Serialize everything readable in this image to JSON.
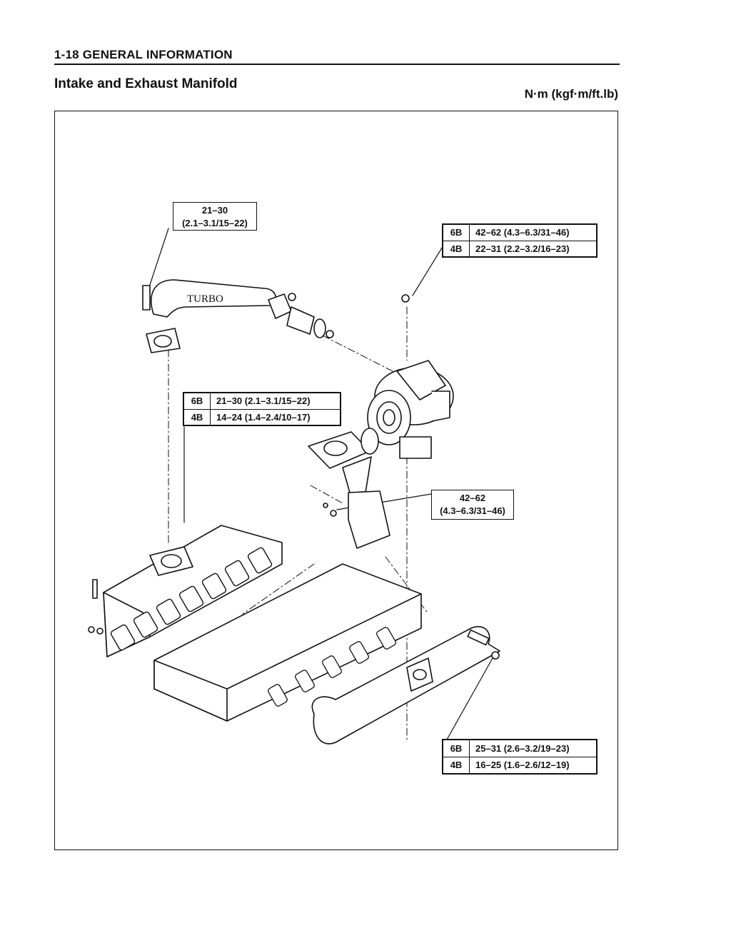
{
  "header": {
    "section": "1-18 GENERAL INFORMATION"
  },
  "page": {
    "title": "Intake and Exhaust Manifold",
    "units": "N·m (kgf·m/ft.lb)"
  },
  "diagram": {
    "pipe_label": "TURBO",
    "callouts": {
      "turbo_pipe_bolt": {
        "line1": "21–30",
        "line2": "(2.1–3.1/15–22)"
      },
      "turbo_nut": {
        "rows": [
          {
            "engine": "6B",
            "torque": "42–62 (4.3–6.3/31–46)"
          },
          {
            "engine": "4B",
            "torque": "22–31 (2.2–3.2/16–23)"
          }
        ]
      },
      "intake_bolt": {
        "rows": [
          {
            "engine": "6B",
            "torque": "21–30 (2.1–3.1/15–22)"
          },
          {
            "engine": "4B",
            "torque": "14–24 (1.4–2.4/10–17)"
          }
        ]
      },
      "elbow_bolt": {
        "line1": "42–62",
        "line2": "(4.3–6.3/31–46)"
      },
      "exhaust_nut": {
        "rows": [
          {
            "engine": "6B",
            "torque": "25–31 (2.6–3.2/19–23)"
          },
          {
            "engine": "4B",
            "torque": "16–25 (1.6–2.6/12–19)"
          }
        ]
      }
    }
  }
}
